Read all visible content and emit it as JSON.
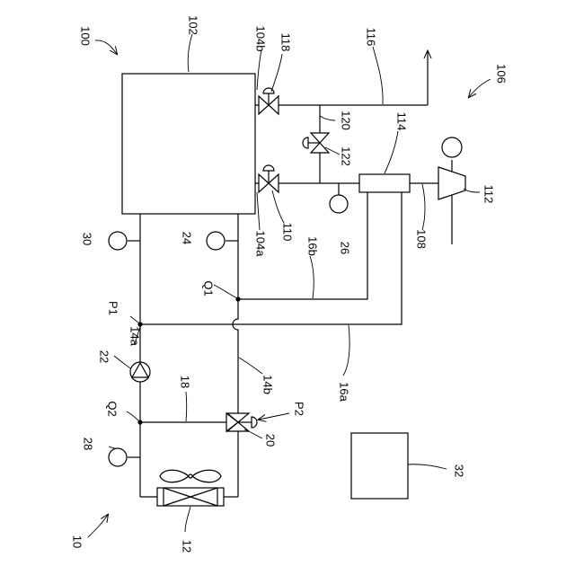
{
  "labels": {
    "system": "100",
    "tank": "102",
    "port_top": "104b",
    "port_bottom": "104a",
    "valve_top": "118",
    "valve_bottom": "110",
    "bypass_line": "120",
    "bypass_valve": "122",
    "outlet_line": "116",
    "circuit": "106",
    "heat_exchanger": "114",
    "turbine": "112",
    "feed_line": "108",
    "sensor_26": "26",
    "line_16b": "16b",
    "line_16a": "16a",
    "sensor_24": "24",
    "sensor_30": "30",
    "point_q1": "Q1",
    "point_p1": "P1",
    "line_14a": "14a",
    "line_14b": "14b",
    "pump": "22",
    "line_18": "18",
    "point_q2": "Q2",
    "point_p2": "P2",
    "three_way_valve": "20",
    "sensor_28": "28",
    "radiator_circuit": "10",
    "radiator": "12",
    "controller": "32"
  }
}
